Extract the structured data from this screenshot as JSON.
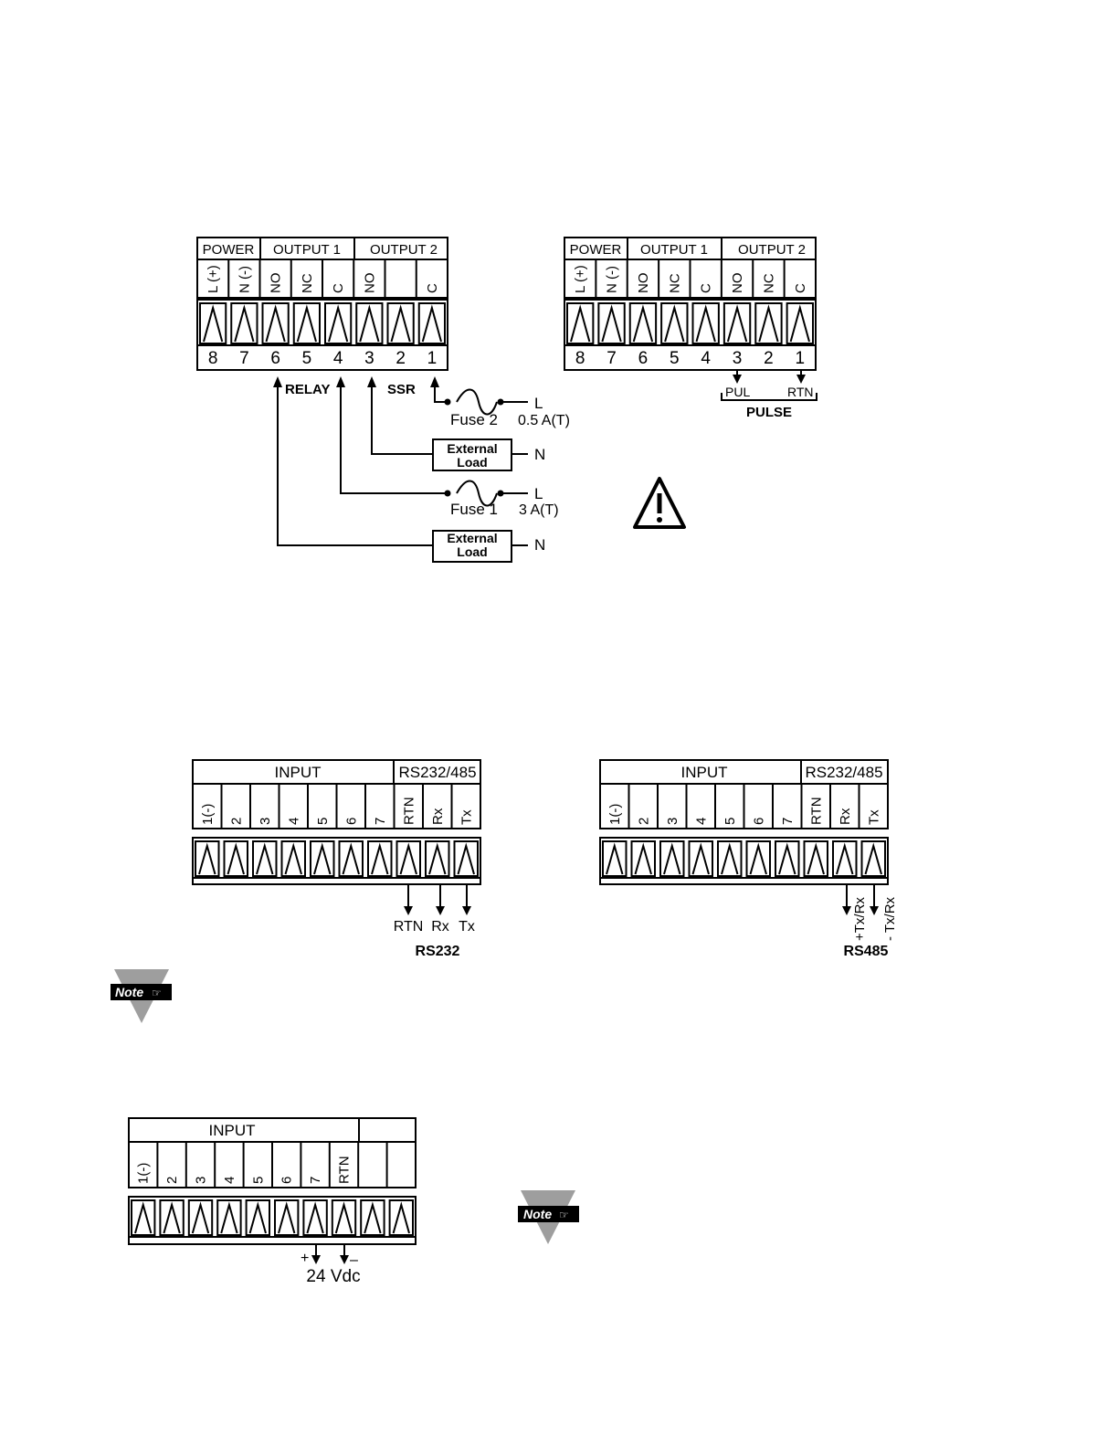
{
  "block1": {
    "header": [
      "POWER",
      "OUTPUT 1",
      "OUTPUT 2"
    ],
    "pins": [
      "L (+)",
      "N (-)",
      "NO",
      "NC",
      "C",
      "NO",
      "",
      "C"
    ],
    "numbers": [
      "8",
      "7",
      "6",
      "5",
      "4",
      "3",
      "2",
      "1"
    ],
    "relay_label": "RELAY",
    "ssr_label": "SSR",
    "fuse2": "Fuse 2",
    "fuse2_rating": "0.5 A(T)",
    "fuse1": "Fuse 1",
    "fuse1_rating": "3 A(T)",
    "line_l": "L",
    "line_n": "N",
    "load_1": "External",
    "load_2": "Load"
  },
  "block2": {
    "header": [
      "POWER",
      "OUTPUT 1",
      "OUTPUT 2"
    ],
    "pins": [
      "L (+)",
      "N (-)",
      "NO",
      "NC",
      "C",
      "NO",
      "NC",
      "C"
    ],
    "numbers": [
      "8",
      "7",
      "6",
      "5",
      "4",
      "3",
      "2",
      "1"
    ],
    "pul": "PUL",
    "rtn": "RTN",
    "pulse": "PULSE"
  },
  "block3": {
    "header": [
      "INPUT",
      "RS232/485"
    ],
    "pins": [
      "1(-)",
      "2",
      "3",
      "4",
      "5",
      "6",
      "7",
      "RTN",
      "Rx",
      "Tx"
    ],
    "signals": [
      "RTN",
      "Rx",
      "Tx"
    ],
    "caption": "RS232"
  },
  "block4": {
    "header": [
      "INPUT",
      "RS232/485"
    ],
    "pins": [
      "1(-)",
      "2",
      "3",
      "4",
      "5",
      "6",
      "7",
      "RTN",
      "Rx",
      "Tx"
    ],
    "signals": [
      "+Tx/Rx",
      "- Tx/Rx"
    ],
    "caption": "RS485"
  },
  "block5": {
    "header": [
      "INPUT",
      ""
    ],
    "pins": [
      "1(-)",
      "2",
      "3",
      "4",
      "5",
      "6",
      "7",
      "RTN",
      "",
      ""
    ],
    "plus": "+",
    "minus": "–",
    "voltage": "24 Vdc"
  },
  "note1": "Note",
  "note2": "Note"
}
